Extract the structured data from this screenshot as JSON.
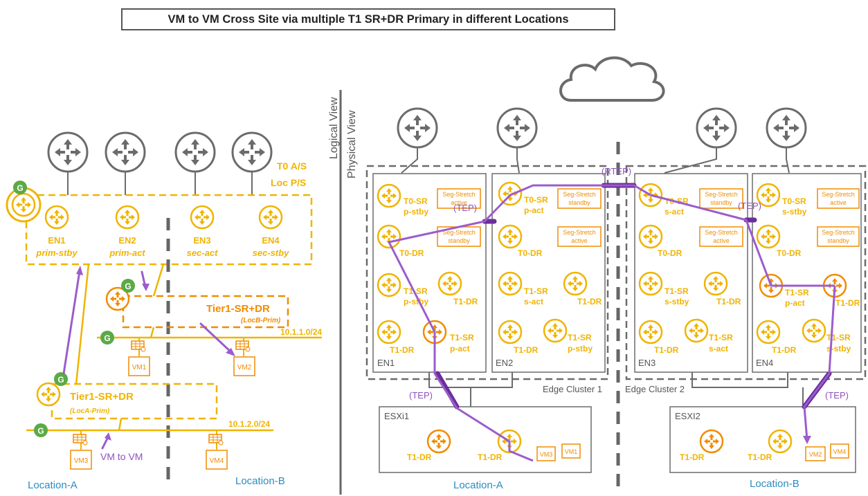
{
  "title": "VM to VM Cross Site via multiple T1 SR+DR Primary in different Locations",
  "colors": {
    "yellow": "#f0b400",
    "orange": "#f08c00",
    "purple": "#9c5ccc",
    "gray": "#6b6b6b",
    "green": "#5aaa46",
    "blue": "#2a8cbf"
  },
  "logical": {
    "t0_label": "T0 A/S",
    "loc_label": "Loc P/S",
    "edges": [
      {
        "name": "EN1",
        "role": "prim-stby"
      },
      {
        "name": "EN2",
        "role": "prim-act"
      },
      {
        "name": "EN3",
        "role": "sec-act"
      },
      {
        "name": "EN4",
        "role": "sec-stby"
      }
    ],
    "tier1_b": {
      "label": "Tier1-SR+DR",
      "sub": "(LocB-Prim)",
      "subnet": "10.1.1.0/24"
    },
    "tier1_a": {
      "label": "Tier1-SR+DR",
      "sub": "(LocA-Prim)",
      "subnet": "10.1.2.0/24"
    },
    "vms": [
      "VM1",
      "VM2",
      "VM3",
      "VM4"
    ],
    "vm_to_vm": "VM to VM",
    "g": "G",
    "location_a": "Location-A",
    "location_b": "Location-B"
  },
  "views": {
    "logical": "Logical View",
    "physical": "Physical View"
  },
  "physical": {
    "tep": "(TEP)",
    "rtep": "(RTEP)",
    "edge_cluster_1": "Edge Cluster 1",
    "edge_cluster_2": "Edge Cluster 2",
    "en1": {
      "name": "EN1",
      "t0sr": "T0-SR",
      "t0sr_state": "p-stby",
      "t0dr": "T0-DR",
      "t1sr_a": "T1-SR",
      "t1sr_a_state": "p-stby",
      "t1dr_a": "T1-DR",
      "t1dr_b": "T1-DR",
      "t1sr_b": "T1-SR",
      "t1sr_b_state": "p-act",
      "seg1": [
        "Seg-Stretch",
        "active"
      ],
      "seg2": [
        "Seg-Stretch",
        "standby"
      ]
    },
    "en2": {
      "name": "EN2",
      "t0sr": "T0-SR",
      "t0sr_state": "p-act",
      "t0dr": "T0-DR",
      "t1sr_a": "T1-SR",
      "t1sr_a_state": "s-act",
      "t1dr_a": "T1-DR",
      "t1dr_b": "T1-DR",
      "t1sr_b": "T1-SR",
      "t1sr_b_state": "p-stby",
      "seg1": [
        "Seg-Stretch",
        "standby"
      ],
      "seg2": [
        "Seg-Stretch",
        "active"
      ]
    },
    "en3": {
      "name": "EN3",
      "t0sr": "T0-SR",
      "t0sr_state": "s-act",
      "t0dr": "T0-DR",
      "t1sr_a": "T1-SR",
      "t1sr_a_state": "s-stby",
      "t1dr_a": "T1-DR",
      "t1dr_b": "T1-DR",
      "t1sr_b": "T1-SR",
      "t1sr_b_state": "s-act",
      "seg1": [
        "Seg-Stretch",
        "standby"
      ],
      "seg2": [
        "Seg-Stretch",
        "active"
      ]
    },
    "en4": {
      "name": "EN4",
      "t0sr": "T0-SR",
      "t0sr_state": "s-stby",
      "t0dr": "T0-DR",
      "t1sr_a": "T1-SR",
      "t1sr_a_state": "p-act",
      "t1dr_a": "T1-DR",
      "t1dr_b": "T1-DR",
      "t1sr_b": "T1-SR",
      "t1sr_b_state": "s-stby",
      "seg1": [
        "Seg-Stretch",
        "active"
      ],
      "seg2": [
        "Seg-Stretch",
        "standby"
      ]
    },
    "esxi1": {
      "name": "ESXi1",
      "dr1": "T1-DR",
      "dr2": "T1-DR",
      "vm_a": "VM3",
      "vm_b": "VM1"
    },
    "esxi2": {
      "name": "ESXI2",
      "dr1": "T1-DR",
      "dr2": "T1-DR",
      "vm_a": "VM2",
      "vm_b": "VM4"
    },
    "location_a": "Location-A",
    "location_b": "Location-B"
  }
}
